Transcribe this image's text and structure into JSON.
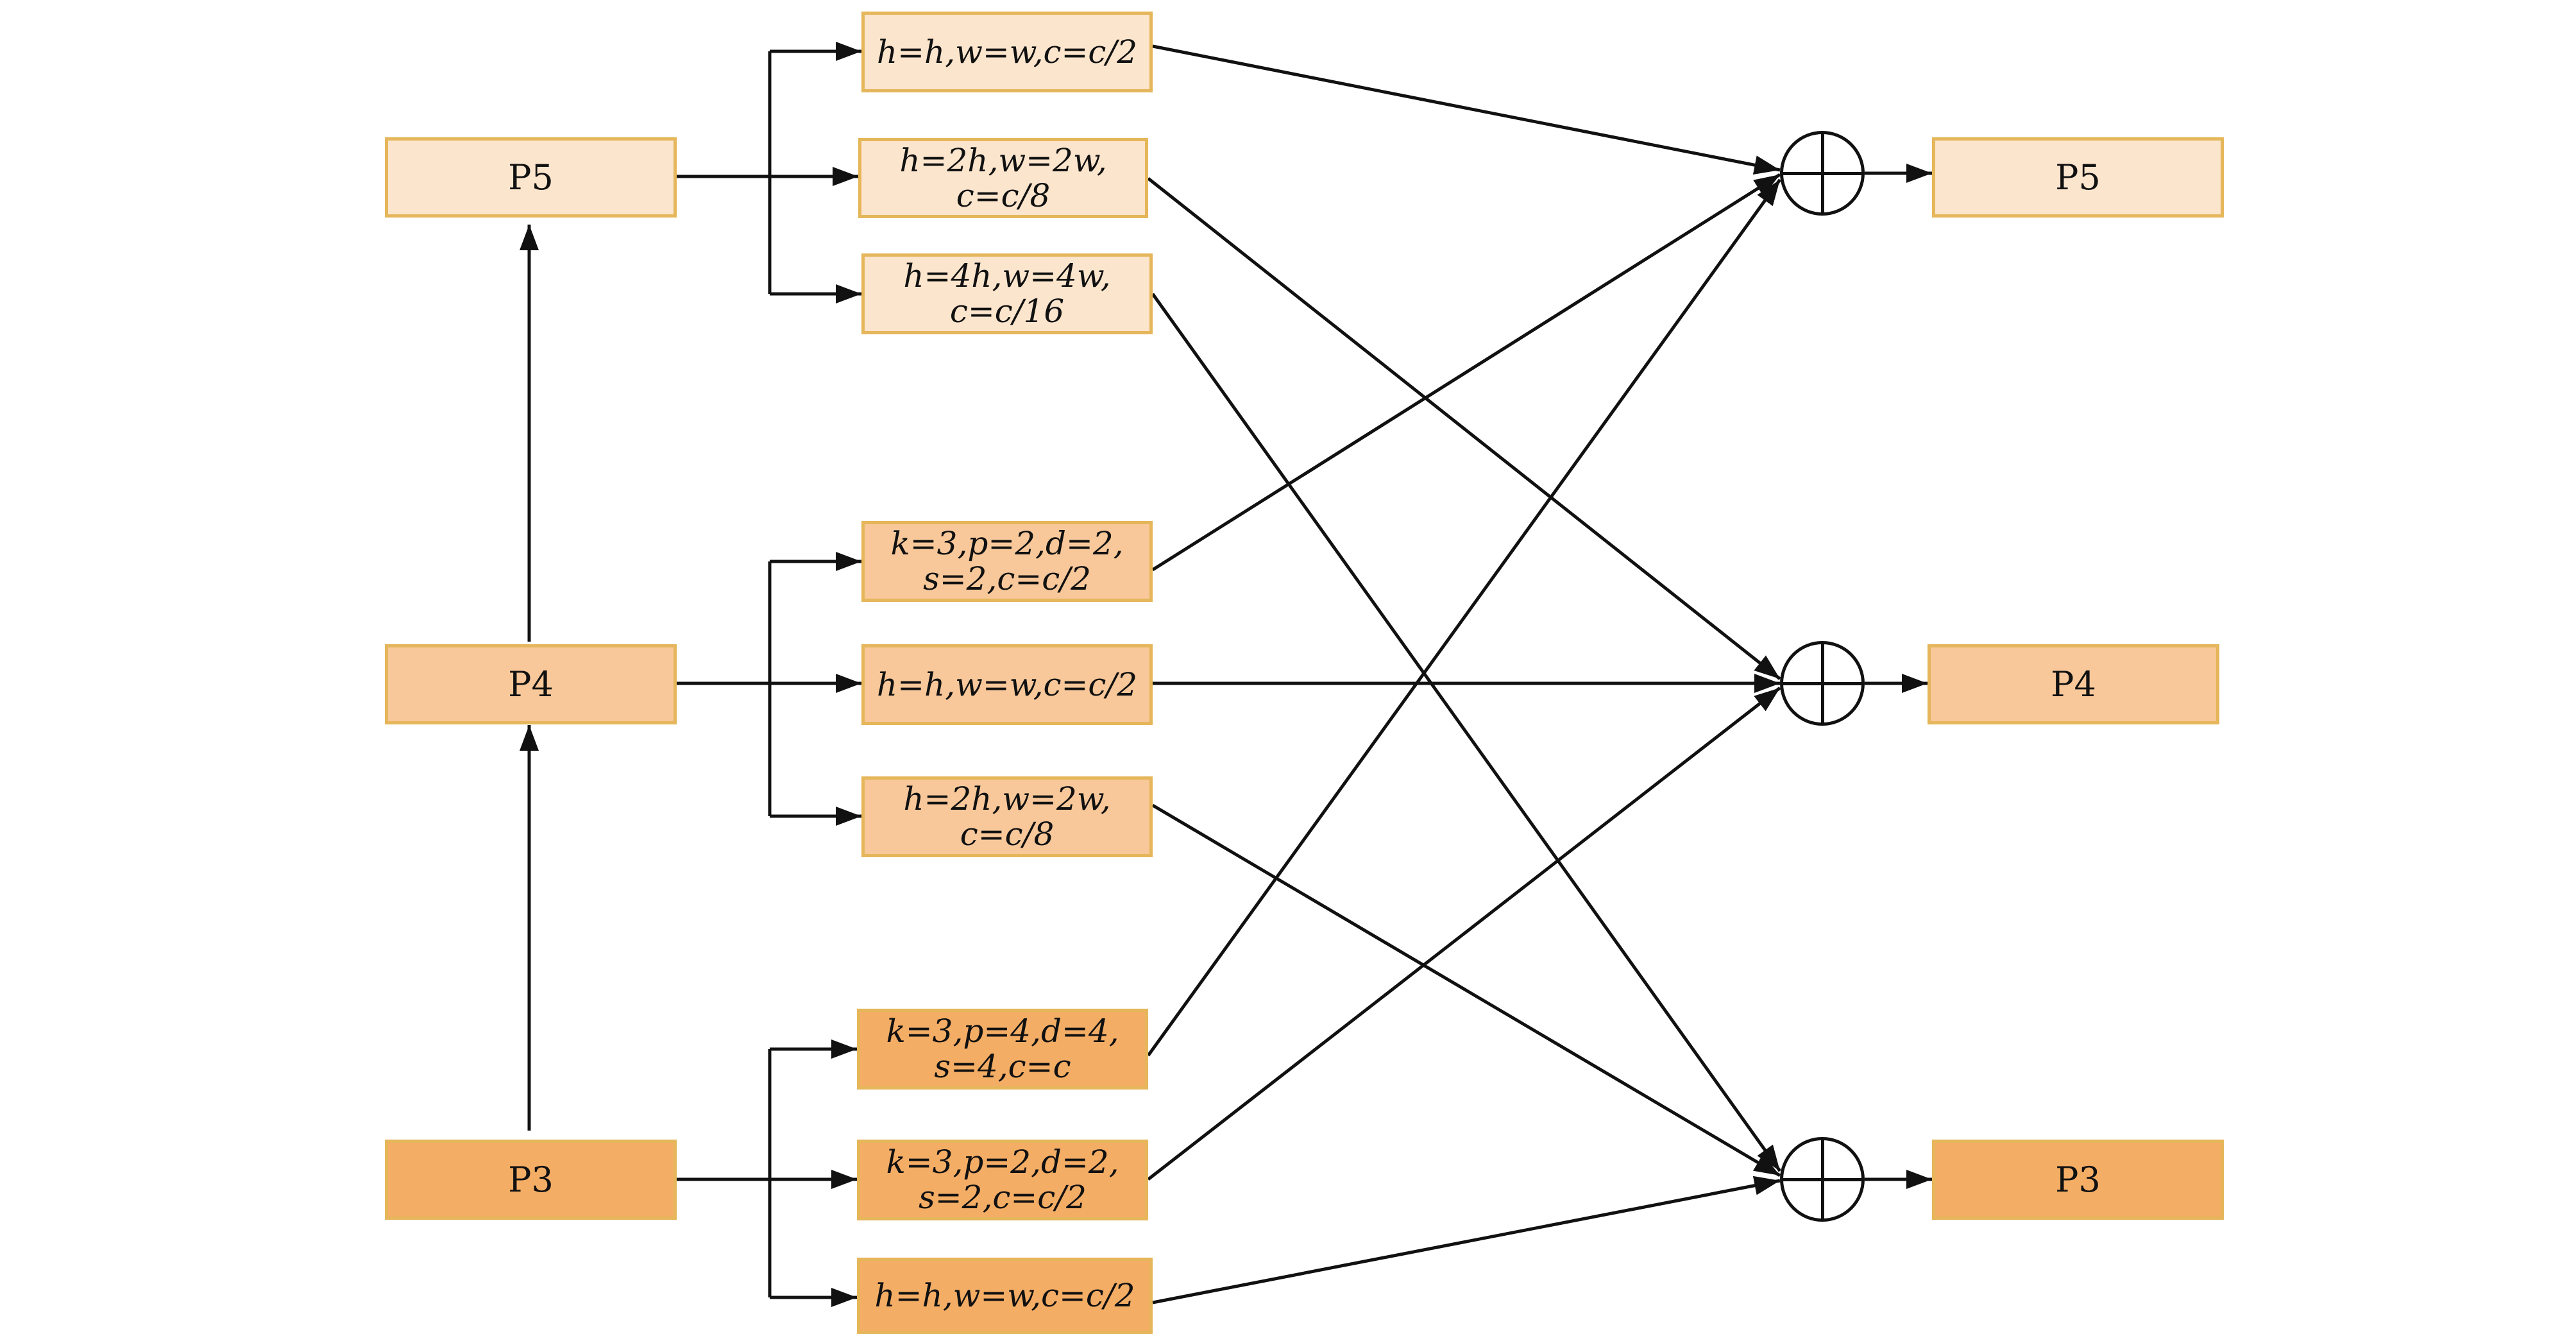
{
  "inputs": {
    "p5": {
      "label": "P5"
    },
    "p4": {
      "label": "P4"
    },
    "p3": {
      "label": "P3"
    }
  },
  "outputs": {
    "p5": {
      "label": "P5"
    },
    "p4": {
      "label": "P4"
    },
    "p3": {
      "label": "P3"
    }
  },
  "branches": {
    "p5": [
      {
        "lines": [
          "h=h,w=w,c=c/2"
        ]
      },
      {
        "lines": [
          "h=2h,w=2w,",
          "c=c/8"
        ]
      },
      {
        "lines": [
          "h=4h,w=4w,",
          "c=c/16"
        ]
      }
    ],
    "p4": [
      {
        "lines": [
          "k=3,p=2,d=2,",
          "s=2,c=c/2"
        ]
      },
      {
        "lines": [
          "h=h,w=w,c=c/2"
        ]
      },
      {
        "lines": [
          "h=2h,w=2w,",
          "c=c/8"
        ]
      }
    ],
    "p3": [
      {
        "lines": [
          "k=3,p=4,d=4,",
          "s=4,c=c"
        ]
      },
      {
        "lines": [
          "k=3,p=2,d=2,",
          "s=2,c=c/2"
        ]
      },
      {
        "lines": [
          "h=h,w=w,c=c/2"
        ]
      }
    ]
  },
  "colors": {
    "p5_fill": "#fce5cd",
    "p4_fill": "#f8c89a",
    "p3_fill": "#f4ad65",
    "border": "#e5b65a",
    "line": "#111111"
  }
}
